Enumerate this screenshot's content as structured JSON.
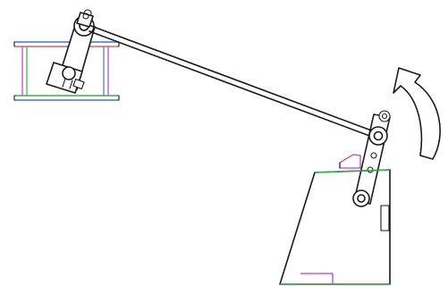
{
  "diagram": {
    "components": [
      "left-mounting-bracket",
      "left-pivot-joint",
      "connecting-rod",
      "right-pivot-joint",
      "right-base-block",
      "rotation-arrow"
    ],
    "colors": {
      "line": "#1a1a1a",
      "accent_blue": "#4a6fd6",
      "accent_green": "#3cae52",
      "accent_red": "#d0443a",
      "accent_magenta": "#c040c8"
    },
    "icons": {
      "rotation_direction": "curved-arrow-counterclockwise-icon"
    }
  }
}
